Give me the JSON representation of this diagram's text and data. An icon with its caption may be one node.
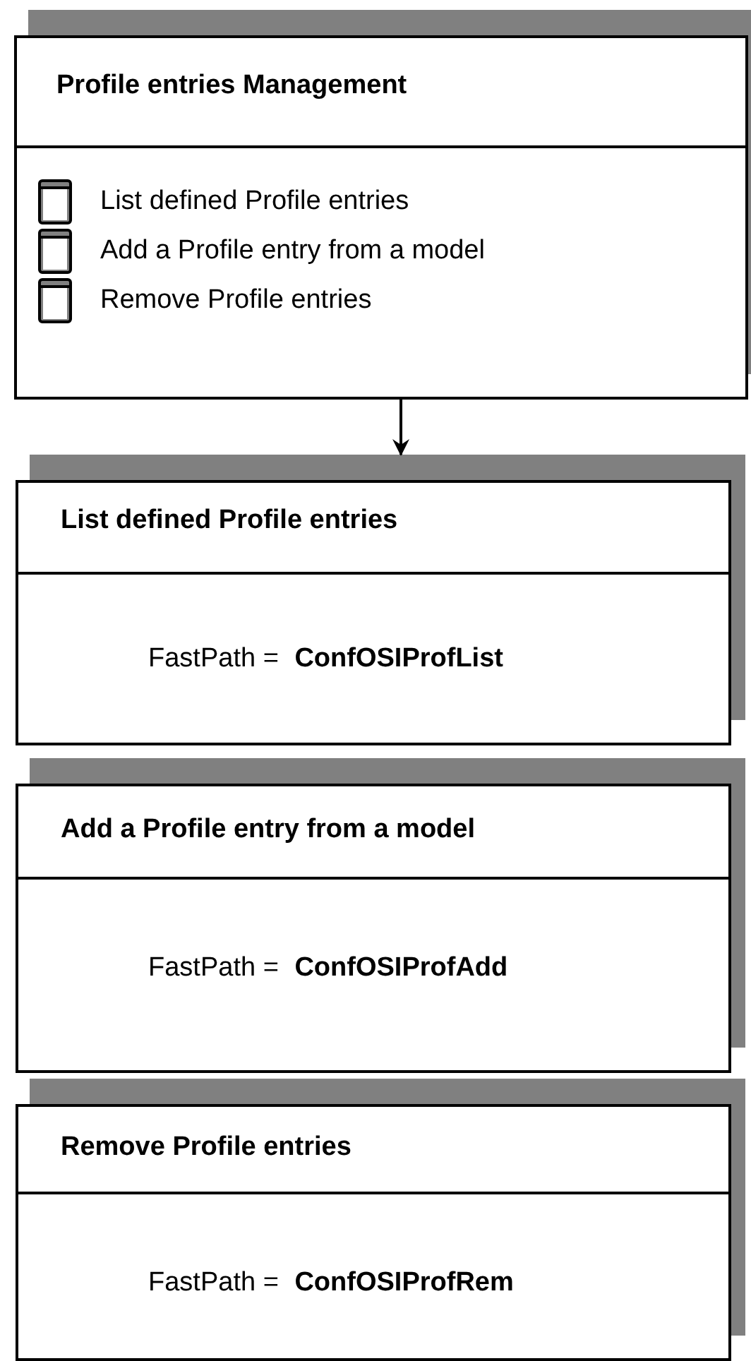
{
  "diagram": {
    "nodes": [
      {
        "text": [
          "Profile entries Management",
          "List defined Profile entries",
          "Add a Profile entry from a model",
          "Remove Profile entries"
        ]
      },
      {
        "text": [
          "List defined Profile entries",
          "FastPath =  **ConfOSIProfList**"
        ]
      },
      {
        "text": [
          "Add a Profile entry from a model",
          "FastPath =  **ConfOSIProfAdd**"
        ]
      },
      {
        "text": [
          "Remove Profile entries",
          "FastPath =  **ConfOSIProfRem**"
        ]
      }
    ],
    "edges": [
      {
        "from": 0,
        "to": 1,
        "arrow": "to"
      }
    ]
  }
}
